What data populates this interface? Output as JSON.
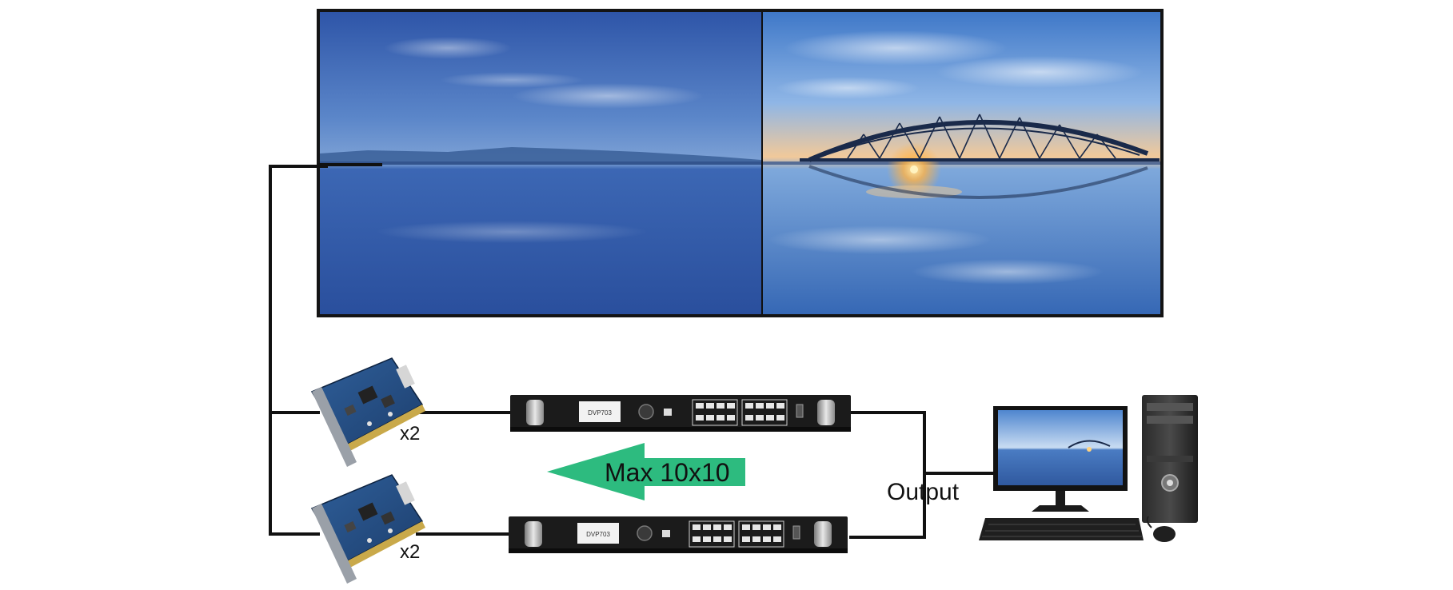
{
  "diagram": {
    "output_label": "Output",
    "arrow_label": "Max 10x10",
    "card_multiplier": "x2",
    "processor_model": "DVP703",
    "colors": {
      "arrow": "#2dbb7f",
      "cable": "#111111",
      "device_body": "#1b1b1b",
      "screen_frame": "#141414"
    },
    "icons": {
      "video_wall": "video-wall-icon",
      "sending_card": "sending-card-icon",
      "processor": "video-processor-icon",
      "monitor": "monitor-icon",
      "pc_tower": "pc-tower-icon",
      "keyboard": "keyboard-icon",
      "mouse": "mouse-icon"
    }
  }
}
